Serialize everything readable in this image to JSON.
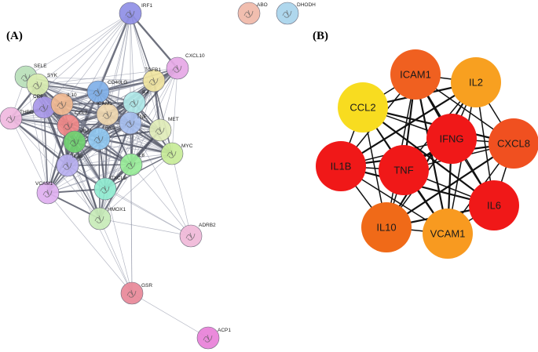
{
  "panels": {
    "a_label": "(A)",
    "b_label": "(B)"
  },
  "network_a": {
    "nodes": [
      {
        "id": "IRF1",
        "label": "IRF1",
        "color": "#8f8fe6"
      },
      {
        "id": "ABO",
        "label": "ABO",
        "color": "#f0b8a8"
      },
      {
        "id": "DHODH",
        "label": "DHODH",
        "color": "#a8d4ec"
      },
      {
        "id": "CXCL10",
        "label": "CXCL10",
        "color": "#e6a8e6"
      },
      {
        "id": "SELE",
        "label": "SELE",
        "color": "#b8e0b8"
      },
      {
        "id": "SYK",
        "label": "SYK",
        "color": "#d8ecb0"
      },
      {
        "id": "TGFB1",
        "label": "TGFB1",
        "color": "#f0e4a0"
      },
      {
        "id": "CD40LG",
        "label": "CD40LG",
        "color": "#80b0e8"
      },
      {
        "id": "IL2",
        "label": "IL2",
        "color": "#b0e8e8"
      },
      {
        "id": "CRP",
        "label": "CRP",
        "color": "#a898e8"
      },
      {
        "id": "IL10",
        "label": "IL10",
        "color": "#f0b890"
      },
      {
        "id": "THBD",
        "label": "THBD",
        "color": "#f0b8e0"
      },
      {
        "id": "CCL2",
        "label": "CCL2",
        "color": "#f08888"
      },
      {
        "id": "ICAM1",
        "label": "ICAM1",
        "color": "#f0d8b0"
      },
      {
        "id": "TNF",
        "label": "TNF",
        "color": "#a8c0f0"
      },
      {
        "id": "MET",
        "label": "MET",
        "color": "#e0ecb8"
      },
      {
        "id": "VCAM1b",
        "label": "VCAM1",
        "color": "#70d070"
      },
      {
        "id": "IFNG",
        "label": "IFNG",
        "color": "#90c8f0"
      },
      {
        "id": "MYC",
        "label": "MYC",
        "color": "#c8ec98"
      },
      {
        "id": "IL1B",
        "label": "IL1B",
        "color": "#b8b0f0"
      },
      {
        "id": "IL6",
        "label": "IL6",
        "color": "#98ec98"
      },
      {
        "id": "VCAM1",
        "label": "VCAM1",
        "color": "#e0b0f0"
      },
      {
        "id": "CXCL8",
        "label": "CXCL8",
        "color": "#90ecd0"
      },
      {
        "id": "HMOX1",
        "label": "HMOX1",
        "color": "#c8ecb8"
      },
      {
        "id": "ADRB2",
        "label": "ADRB2",
        "color": "#f0b8d8"
      },
      {
        "id": "GSR",
        "label": "GSR",
        "color": "#e88898"
      },
      {
        "id": "ACP1",
        "label": "ACP1",
        "color": "#e880d8"
      }
    ]
  },
  "network_b": {
    "nodes": [
      {
        "id": "ICAM1",
        "label": "ICAM1",
        "color": "#f06020"
      },
      {
        "id": "IL2",
        "label": "IL2",
        "color": "#f8a020"
      },
      {
        "id": "CCL2",
        "label": "CCL2",
        "color": "#f8dc20"
      },
      {
        "id": "IFNG",
        "label": "IFNG",
        "color": "#f01818"
      },
      {
        "id": "CXCL8",
        "label": "CXCL8",
        "color": "#f05020"
      },
      {
        "id": "IL1B",
        "label": "IL1B",
        "color": "#f01818"
      },
      {
        "id": "TNF",
        "label": "TNF",
        "color": "#f01818"
      },
      {
        "id": "IL6",
        "label": "IL6",
        "color": "#f01818"
      },
      {
        "id": "IL10",
        "label": "IL10",
        "color": "#f06a18"
      },
      {
        "id": "VCAM1",
        "label": "VCAM1",
        "color": "#f89a20"
      }
    ]
  }
}
